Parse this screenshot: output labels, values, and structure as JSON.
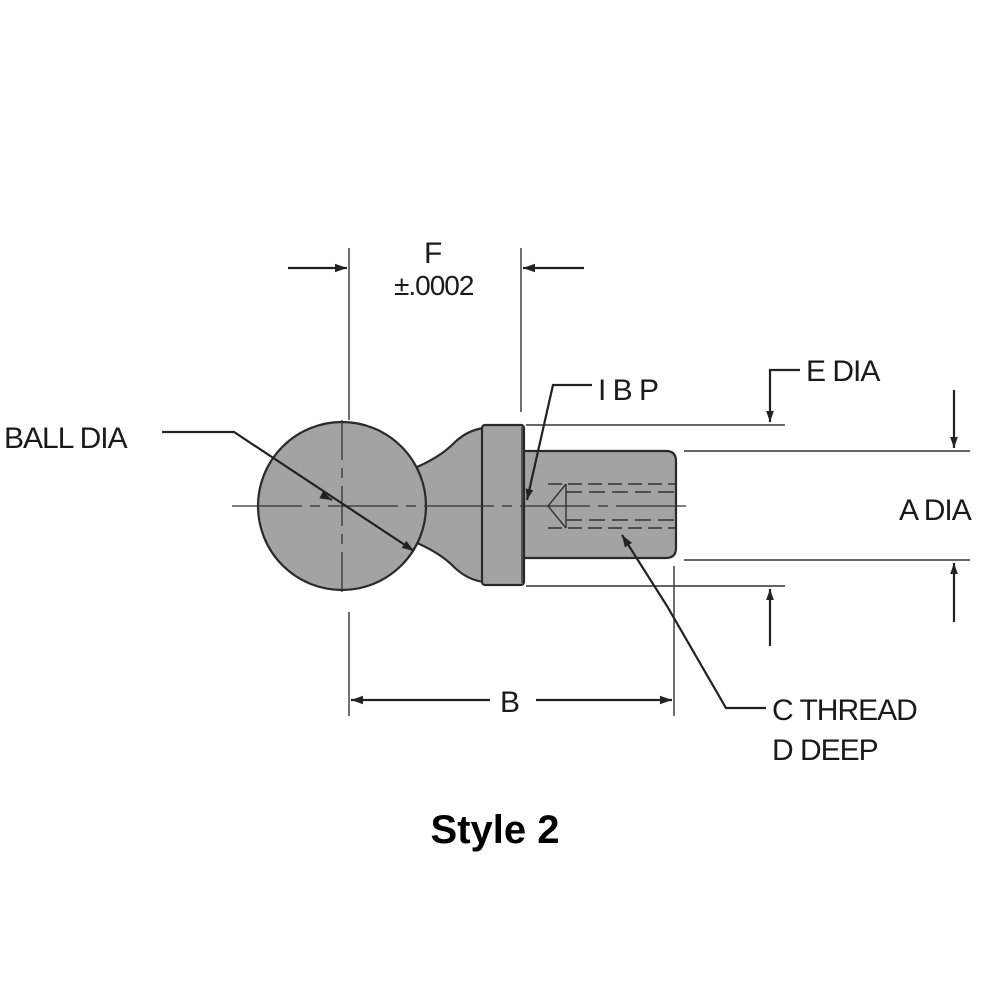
{
  "labels": {
    "f": "F",
    "f_tolerance": "±.0002",
    "ibp": "I B P",
    "e_dia": "E DIA",
    "ball_dia": "BALL DIA",
    "a_dia": "A DIA",
    "b": "B",
    "c_thread": "C THREAD",
    "d_deep": "D DEEP"
  },
  "caption": "Style 2",
  "colors": {
    "part_fill": "#a3a3a3",
    "line": "#222222",
    "background": "#ffffff"
  }
}
